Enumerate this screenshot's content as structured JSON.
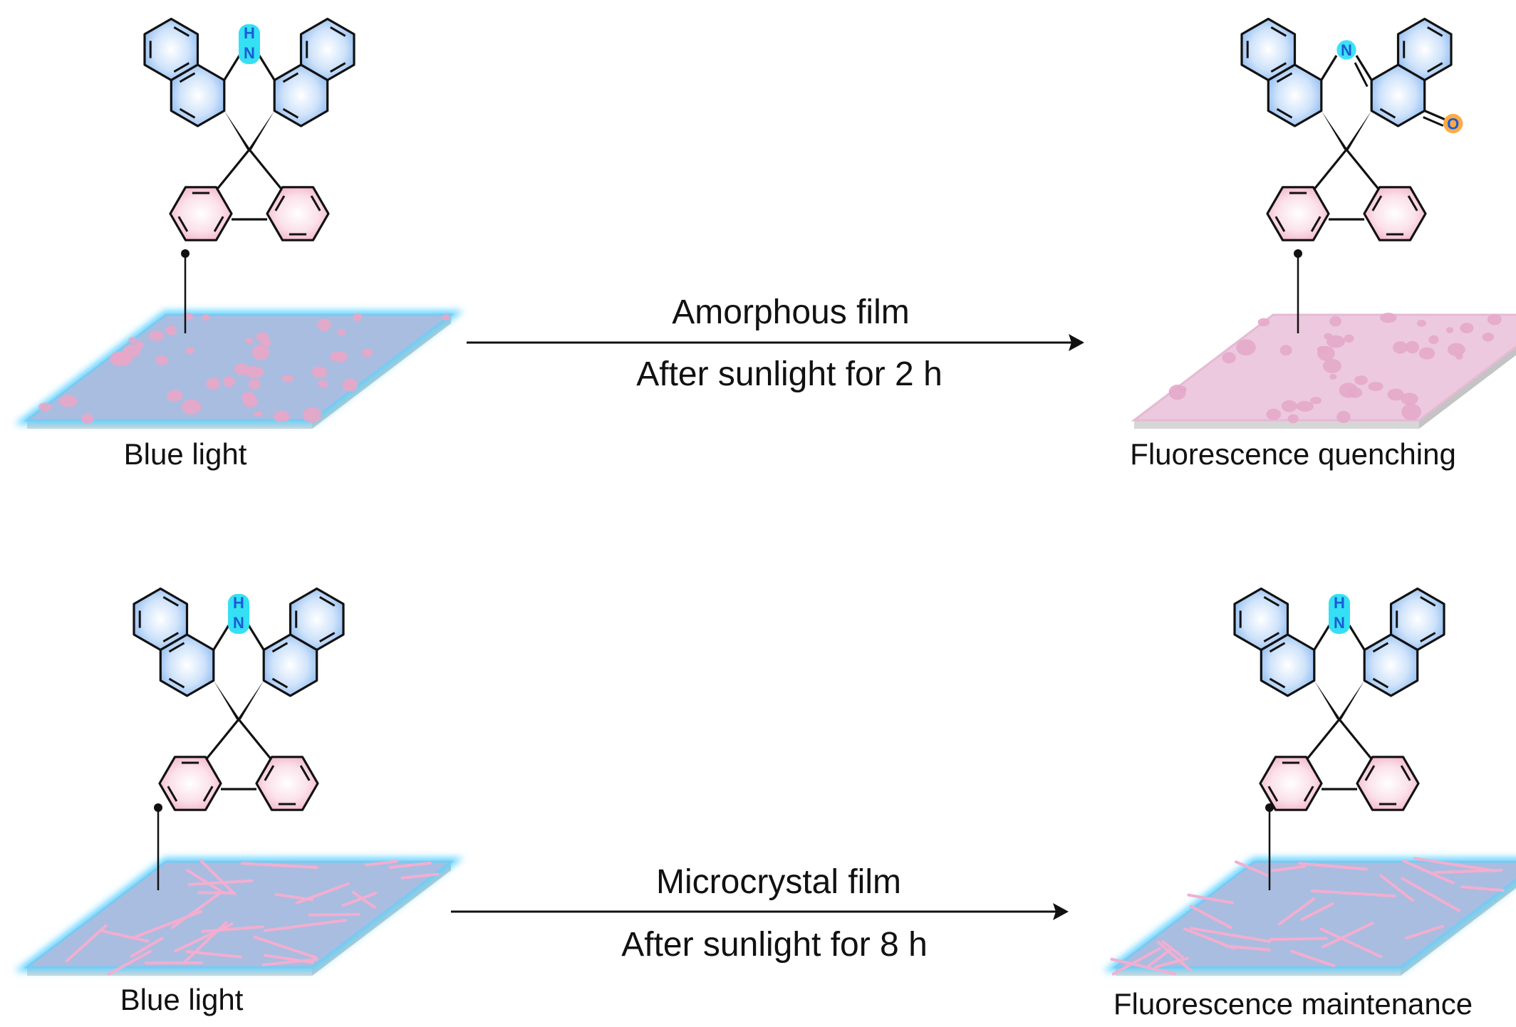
{
  "atoms": {
    "nh_h": "H",
    "nh_n": "N",
    "imine_n": "N",
    "ketone_o": "O"
  },
  "rows": [
    {
      "process": "Amorphous film",
      "condition": "After sunlight for 2 h",
      "left_caption": "Blue light",
      "right_caption": "Fluorescence quenching",
      "left_film": "amorphous-blue",
      "right_film": "amorphous-pink"
    },
    {
      "process": "Microcrystal film",
      "condition": "After sunlight for 8 h",
      "left_caption": "Blue light",
      "right_caption": "Fluorescence maintenance",
      "left_film": "microcrystal-blue",
      "right_film": "microcrystal-blue"
    }
  ],
  "colors": {
    "film_blue": "#a9bde0",
    "film_glow": "#5fd3ff",
    "film_pink": "#ecc9df",
    "naphthalene_fill": "#9fc7f5",
    "fluorene_fill": "#f7c8d8",
    "dots": "#e8a6c8",
    "needles": "#f2aed0",
    "nh_highlight": "#35e0f5",
    "o_highlight": "#ffa53a",
    "text": "#111111"
  }
}
